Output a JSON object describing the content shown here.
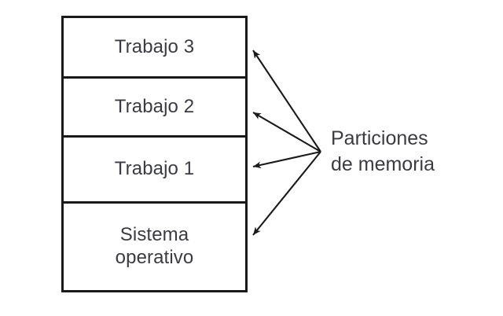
{
  "diagram": {
    "title": "Particiones de memoria",
    "background_color": "#ffffff",
    "stroke_color": "#1a1a1a",
    "text_color": "#3b3b44",
    "memory_box": {
      "name": "memoria",
      "partitions": [
        {
          "id": "trabajo-3",
          "label": "Trabajo 3"
        },
        {
          "id": "trabajo-2",
          "label": "Trabajo 2"
        },
        {
          "id": "trabajo-1",
          "label": "Trabajo 1"
        },
        {
          "id": "sistema-operativo",
          "label": "Sistema\noperativo"
        }
      ]
    },
    "callout": {
      "id": "particiones-de-memoria",
      "label": "Particiones\nde memoria",
      "line1": "Particiones",
      "line2": "de memoria",
      "arrow_count": 4
    },
    "icons": {
      "arrow": "arrow-pointer-icon"
    }
  }
}
